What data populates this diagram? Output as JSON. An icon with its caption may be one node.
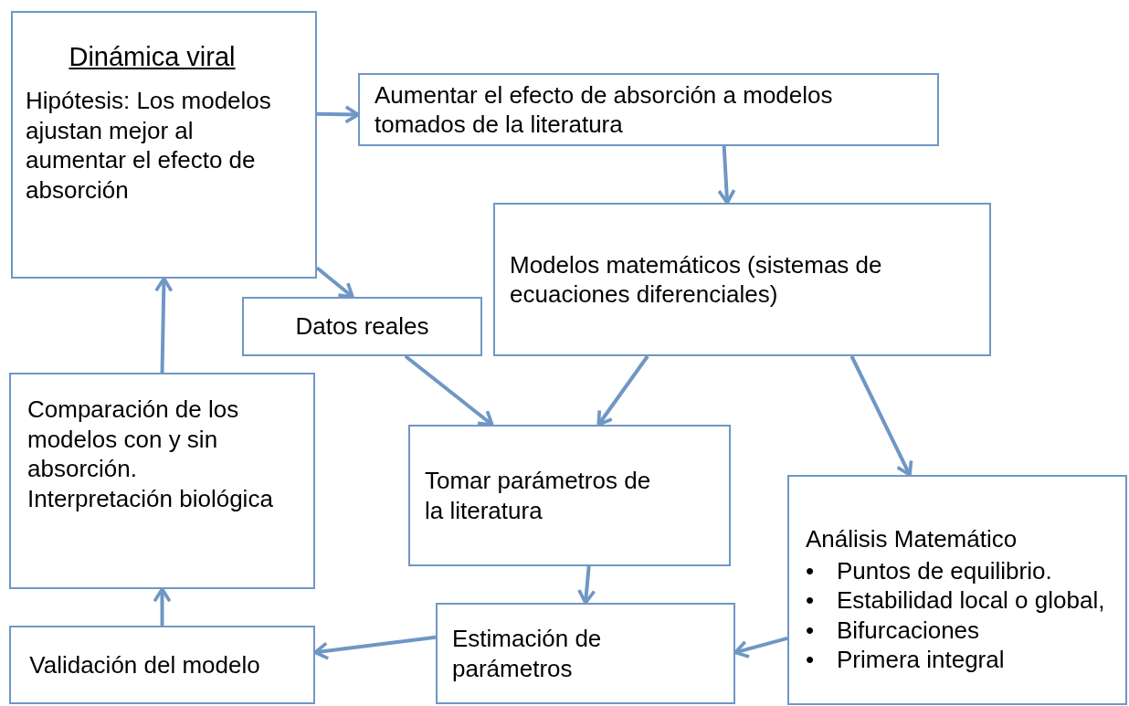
{
  "diagram": {
    "nodes": [
      {
        "text": [
          "Dinámica viral",
          "Hipótesis: Los modelos ajustan mejor al aumentar el efecto de absorción"
        ]
      },
      {
        "text": [
          "Aumentar el efecto de absorción a modelos tomados de la literatura"
        ]
      },
      {
        "text": [
          "Modelos matemáticos (sistemas de ecuaciones diferenciales)"
        ]
      },
      {
        "text": [
          "Datos reales"
        ]
      },
      {
        "text": [
          "Tomar parámetros de la literatura"
        ]
      },
      {
        "text": [
          "Análisis Matemático",
          "Puntos de equilibrio.",
          "Estabilidad local o global,",
          "Bifurcaciones",
          "Primera integral"
        ]
      },
      {
        "text": [
          "Estimación de parámetros"
        ]
      },
      {
        "text": [
          "Validación del modelo"
        ]
      },
      {
        "text": [
          "Comparación de los modelos con y sin absorción. Interpretación biológica"
        ]
      }
    ],
    "edges": [
      {
        "from": 0,
        "to": 1,
        "arrow": "to"
      },
      {
        "from": 1,
        "to": 2,
        "arrow": "to"
      },
      {
        "from": 0,
        "to": 3,
        "arrow": "to"
      },
      {
        "from": 3,
        "to": 4,
        "arrow": "to"
      },
      {
        "from": 2,
        "to": 4,
        "arrow": "to"
      },
      {
        "from": 2,
        "to": 5,
        "arrow": "to"
      },
      {
        "from": 4,
        "to": 6,
        "arrow": "to"
      },
      {
        "from": 5,
        "to": 6,
        "arrow": "to"
      },
      {
        "from": 6,
        "to": 7,
        "arrow": "to"
      },
      {
        "from": 7,
        "to": 8,
        "arrow": "to"
      },
      {
        "from": 8,
        "to": 0,
        "arrow": "to"
      }
    ],
    "labels": [
      "•",
      "•",
      "•",
      "•"
    ]
  }
}
